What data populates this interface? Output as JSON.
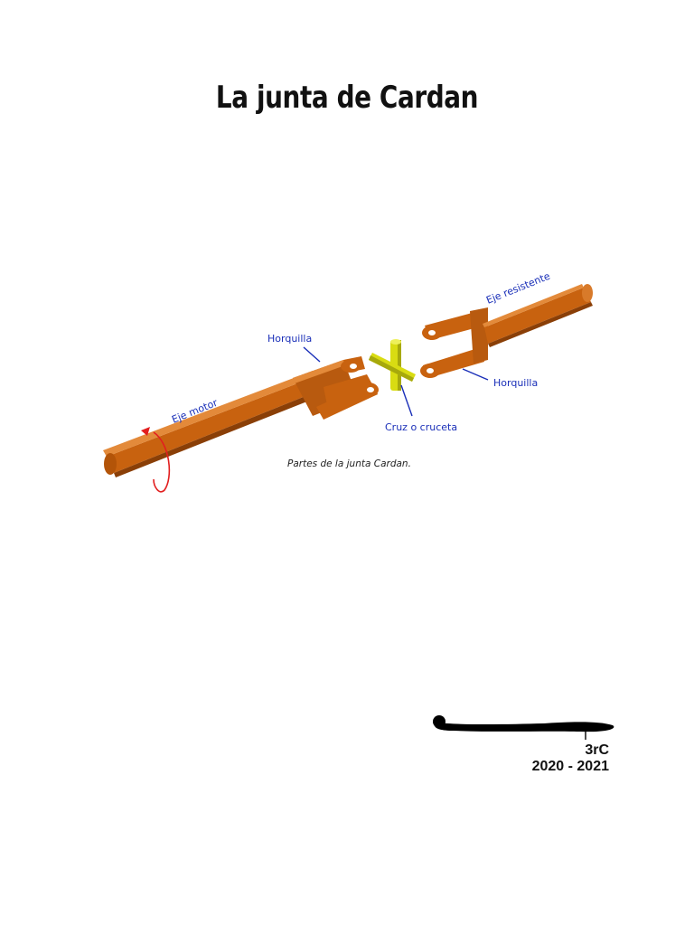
{
  "document": {
    "title": "La junta de Cardan",
    "class_code": "3rC",
    "school_year": "2020 - 2021"
  },
  "figure": {
    "labels": {
      "horquilla_left": "Horquilla",
      "horquilla_right": "Horquilla",
      "eje_motor": "Eje motor",
      "eje_resistente": "Eje resistente",
      "cruz": "Cruz o cruceta"
    },
    "caption": "Partes de la junta Cardan.",
    "colors": {
      "shaft": "#c8620f",
      "shaft_dark": "#8a3f07",
      "shaft_light": "#e38a3a",
      "cross": "#d9dc12",
      "cross_dark": "#a7a90c",
      "label": "#1a2fb8",
      "arrow": "#e21f1f"
    }
  }
}
